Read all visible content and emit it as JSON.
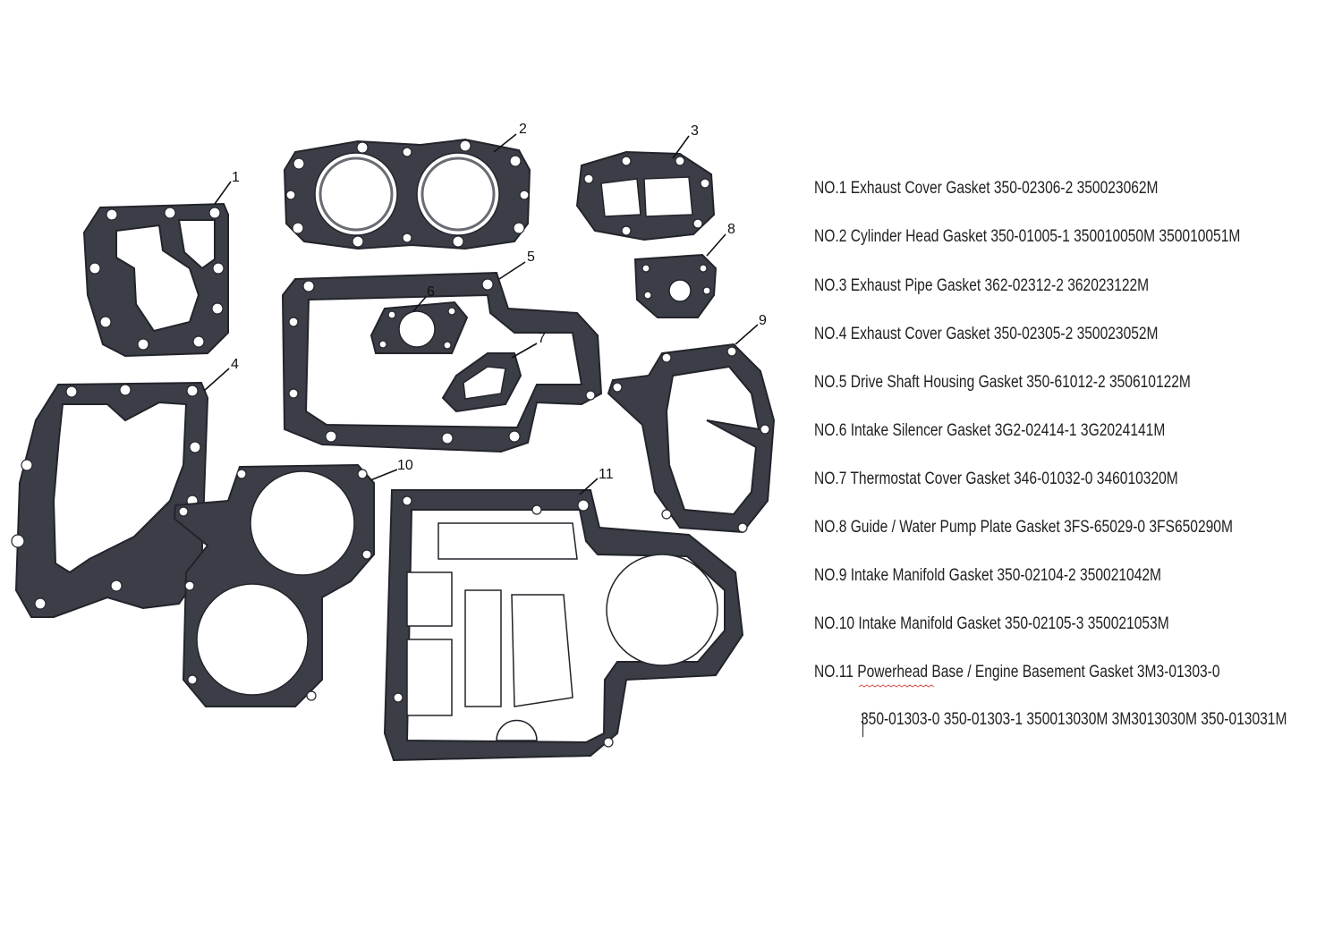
{
  "colors": {
    "gasket_fill": "#3c3e47",
    "gasket_edge": "#23242b",
    "background": "#ffffff",
    "spellcheck_underline": "#d9534f"
  },
  "callouts": [
    "1",
    "2",
    "3",
    "4",
    "5",
    "6",
    "7",
    "8",
    "9",
    "10",
    "11"
  ],
  "legend": {
    "items": [
      "NO.1 Exhaust Cover Gasket 350-02306-2 350023062M",
      "NO.2 Cylinder Head Gasket 350-01005-1 350010050M 350010051M",
      "NO.3 Exhaust Pipe Gasket 362-02312-2 362023122M",
      "NO.4 Exhaust Cover Gasket 350-02305-2 350023052M",
      "NO.5 Drive Shaft Housing Gasket 350-61012-2 350610122M",
      "NO.6 Intake Silencer Gasket 3G2-02414-1 3G2024141M",
      "NO.7 Thermostat Cover Gasket 346-01032-0 346010320M",
      "NO.8 Guide / Water Pump Plate Gasket 3FS-65029-0 3FS650290M",
      "NO.9 Intake Manifold Gasket 350-02104-2 350021042M",
      "NO.10 Intake Manifold Gasket 350-02105-3 350021053M",
      "NO.11 Powerhead Base / Engine Basement Gasket 3M3-01303-0"
    ],
    "continuation": "350-01303-0 350-01303-1 350013030M 3M3013030M 350-013031M"
  }
}
